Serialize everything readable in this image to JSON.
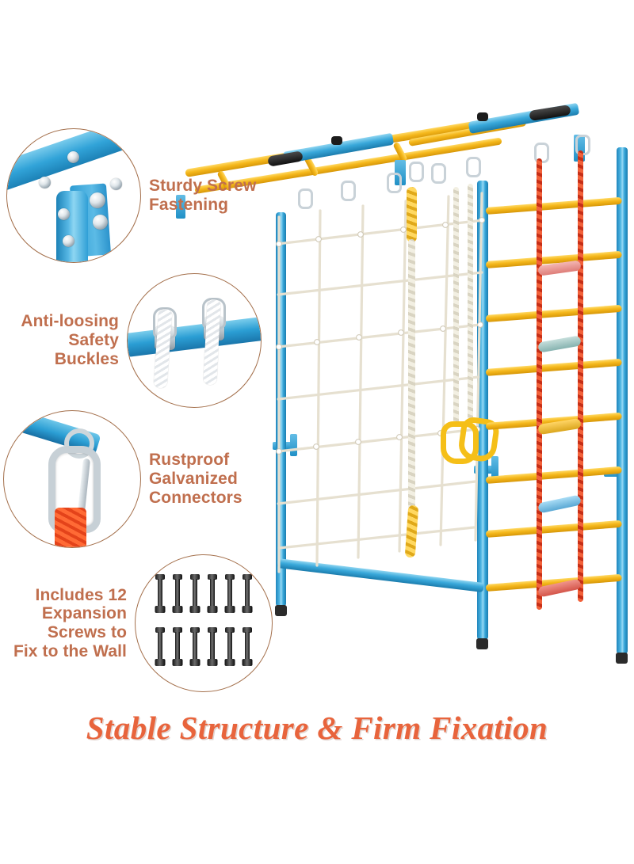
{
  "page": {
    "background_color": "#ffffff",
    "headline": "Stable Structure & Firm Fixation",
    "headline_color": "#e8643c",
    "label_color": "#c06f4e",
    "circle_border_color": "#a4704c"
  },
  "callouts": [
    {
      "id": "sturdy-screw-fastening",
      "label": "Sturdy Screw\nFastening",
      "label_side": "right",
      "image": "blue-tube-joint-with-screws",
      "colors": {
        "tube": "#2b9ed4",
        "screw": "#c9d3da"
      }
    },
    {
      "id": "anti-loosing-safety-buckles",
      "label": "Anti-loosing\nSafety\nBuckles",
      "label_side": "left",
      "image": "rope-buckles-on-blue-tube",
      "colors": {
        "tube": "#2b9ed4",
        "rope": "#ffffff",
        "buckle": "#b8c3cb"
      }
    },
    {
      "id": "rustproof-galvanized-connectors",
      "label": "Rustproof\nGalvanized\nConnectors",
      "label_side": "right",
      "image": "galvanized-carabiner-with-orange-rope",
      "colors": {
        "carabiner": "#c7d0d6",
        "rope": "#ff6a35",
        "bar": "#2b9ed4"
      }
    },
    {
      "id": "includes-12-expansion-screws",
      "label": "Includes 12\nExpansion\nScrews to\nFix to the Wall",
      "label_side": "left",
      "image": "twelve-expansion-bolts",
      "screw_count": 12,
      "screw_rows": 2,
      "screw_cols": 6,
      "colors": {
        "bolt": "#1b1b1b"
      }
    }
  ],
  "product": {
    "name": "children-wall-gym-swedish-ladder",
    "colors": {
      "frame_blue": "#2b9ed4",
      "rung_yellow": "#f5b81c",
      "net_rope": "#efeade",
      "ladder_rope": "#e2482a",
      "climb_rope": "#e9e4d4",
      "rings": "#f5bf18",
      "grip_black": "#1c1c1c",
      "foot_cap": "#2b2b2b"
    },
    "parts": [
      "wall-mount-brackets",
      "pull-up-bar-with-black-grips",
      "horizontal-monkey-bars",
      "climbing-cargo-net",
      "climbing-rope-with-yellow-grip",
      "gymnastic-rings",
      "wall-ladder-rungs",
      "rope-ladder-with-colored-rungs"
    ],
    "ladder_rung_colors": [
      "#e78a8a",
      "#9dc5c2",
      "#f3c24a",
      "#7cc4e8",
      "#e06a5e"
    ],
    "wall_rung_count": 8
  }
}
